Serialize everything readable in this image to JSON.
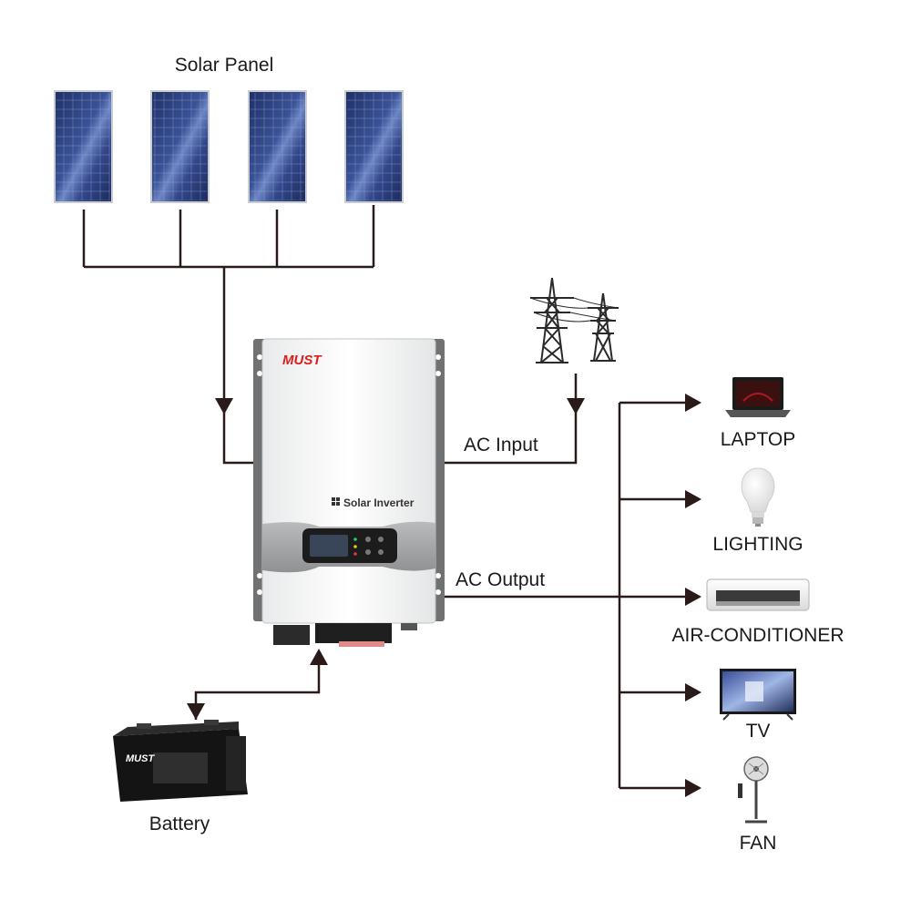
{
  "diagram": {
    "solar_panel_label": "Solar Panel",
    "ac_input_label": "AC Input",
    "ac_output_label": "AC Output",
    "battery_label": "Battery",
    "inverter": {
      "brand": "MUST",
      "product_label": "Solar Inverter"
    },
    "battery_brand": "MUST",
    "loads": [
      {
        "label": "LAPTOP",
        "icon": "laptop-icon"
      },
      {
        "label": "LIGHTING",
        "icon": "light-bulb-icon"
      },
      {
        "label": "AIR-CONDITIONER",
        "icon": "air-conditioner-icon"
      },
      {
        "label": "TV",
        "icon": "tv-icon"
      },
      {
        "label": "FAN",
        "icon": "fan-icon"
      }
    ],
    "colors": {
      "wire": "#2a1a1a",
      "panel_blue": "#2b3f7a",
      "brand_red": "#d9201c",
      "inverter_gray": "#9a9c9e"
    }
  }
}
